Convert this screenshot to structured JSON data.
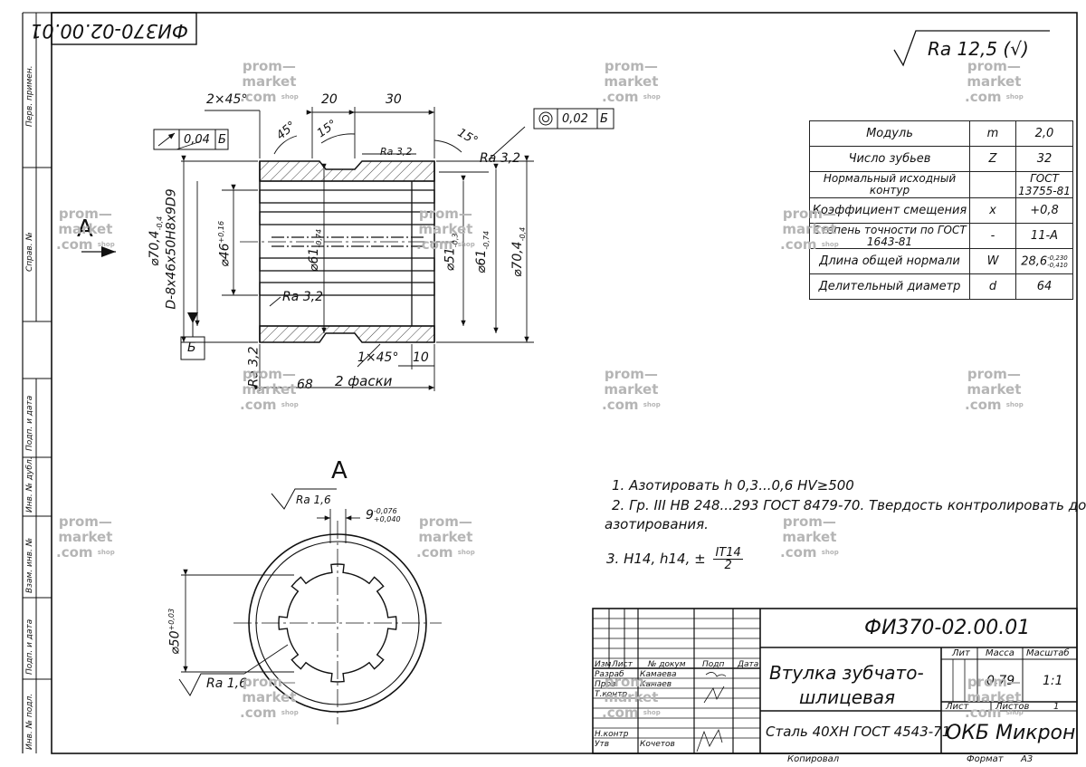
{
  "drawing": {
    "number": "ФИ370-02.00.01",
    "number_rotated": "ФИ370-02.00.01",
    "roughness_general": "Ra 12,5 (√)",
    "view_label": "А",
    "section_label": "А"
  },
  "sidebar": {
    "perv_primen": "Перв. примен.",
    "sprav": "Справ. №",
    "podp_data_1": "Подп. и дата",
    "inv_dubl": "Инв. № дубл.",
    "vzam_inv": "Взам. инв. №",
    "podp_data_2": "Подп. и дата",
    "inv_podl": "Инв. № подл."
  },
  "dimensions": {
    "chamfer_2x45": "2×45°",
    "d20": "20",
    "d30": "30",
    "a45": "45°",
    "a15_left": "15°",
    "a15_right": "15°",
    "runout_val": "0,04",
    "runout_base": "Б",
    "coax_val": "0,02",
    "coax_base": "Б",
    "ra32_top": "Ra 3,2",
    "ra32_right": "Ra 3,2",
    "ra32_mid": "Ra 3,2",
    "ra32_left": "Ra 3,2",
    "d704_left": "⌀70,4",
    "d704_left_tol": "-0,4",
    "spline": "D-8x46x50H8x9D9",
    "d46": "⌀46",
    "d46_tol": "+0,16",
    "d61_left": "⌀61",
    "d61_left_tol": "-0,74",
    "d51": "⌀51",
    "d51_tol": "-0,3",
    "d61_right": "⌀61",
    "d61_right_tol": "-0,74",
    "d704_right": "⌀70,4",
    "d704_right_tol": "-0,4",
    "base_b": "Б",
    "chamfer_1x45": "1×45°",
    "d10": "10",
    "d68": "68",
    "two_chamfers": "2 фаски",
    "ra16_top": "Ra 1,6",
    "slot": "9",
    "slot_tol_up": "-0,076",
    "slot_tol_dn": "+0,040",
    "d50": "⌀50",
    "d50_tol": "+0,03",
    "ra16_left": "Ra 1,6"
  },
  "params": [
    {
      "name": "Модуль",
      "sym": "m",
      "val": "2,0"
    },
    {
      "name": "Число зубьев",
      "sym": "Z",
      "val": "32"
    },
    {
      "name": "Нормальный исходный контур",
      "sym": "",
      "val": "ГОСТ 13755-81"
    },
    {
      "name": "Коэффициент смещения",
      "sym": "x",
      "val": "+0,8"
    },
    {
      "name": "Степень точности по ГОСТ 1643-81",
      "sym": "-",
      "val": "11-А"
    },
    {
      "name": "Длина общей нормали",
      "sym": "W",
      "val": "28,6"
    },
    {
      "name": "Делительный диаметр",
      "sym": "d",
      "val": "64"
    }
  ],
  "params_w_tol_up": "-0,230",
  "params_w_tol_dn": "-0,410",
  "notes": {
    "n1": "1. Азотировать h 0,3...0,6 HV≥500",
    "n2a": "2. Гр. III НВ 248...293 ГОСТ 8479-70. Твердость контролировать до",
    "n2b": "азотирования.",
    "n3": "3. H14, h14, ±",
    "n3_num": "IT14",
    "n3_den": "2"
  },
  "title_block": {
    "number": "ФИ370-02.00.01",
    "part_name_1": "Втулка зубчато-",
    "part_name_2": "шлицевая",
    "material": "Сталь 40ХН ГОСТ 4543-71",
    "company": "ОКБ Микрон",
    "lit": "Лит",
    "massa": "Масса",
    "masshtab": "Масштаб",
    "mass_value": "0,79",
    "scale_value": "1:1",
    "list": "Лист",
    "listov": "Листов",
    "listov_value": "1",
    "izm": "Изм",
    "list_col": "Лист",
    "doc_num": "№ докум",
    "podp": "Подп",
    "data": "Дата",
    "razrab": "Разраб",
    "razrab_name": "Камаева",
    "prov": "Пров",
    "prov_name": "Камаев",
    "tkontr": "Т.контр",
    "nkontr": "Н.контр",
    "utv": "Утв",
    "utv_name": "Кочетов",
    "kopiroval": "Копировал",
    "format": "Формат",
    "format_value": "А3"
  },
  "watermark": {
    "line1": "prom—",
    "line2": "market",
    "line3": ".com",
    "shop": "shop"
  }
}
